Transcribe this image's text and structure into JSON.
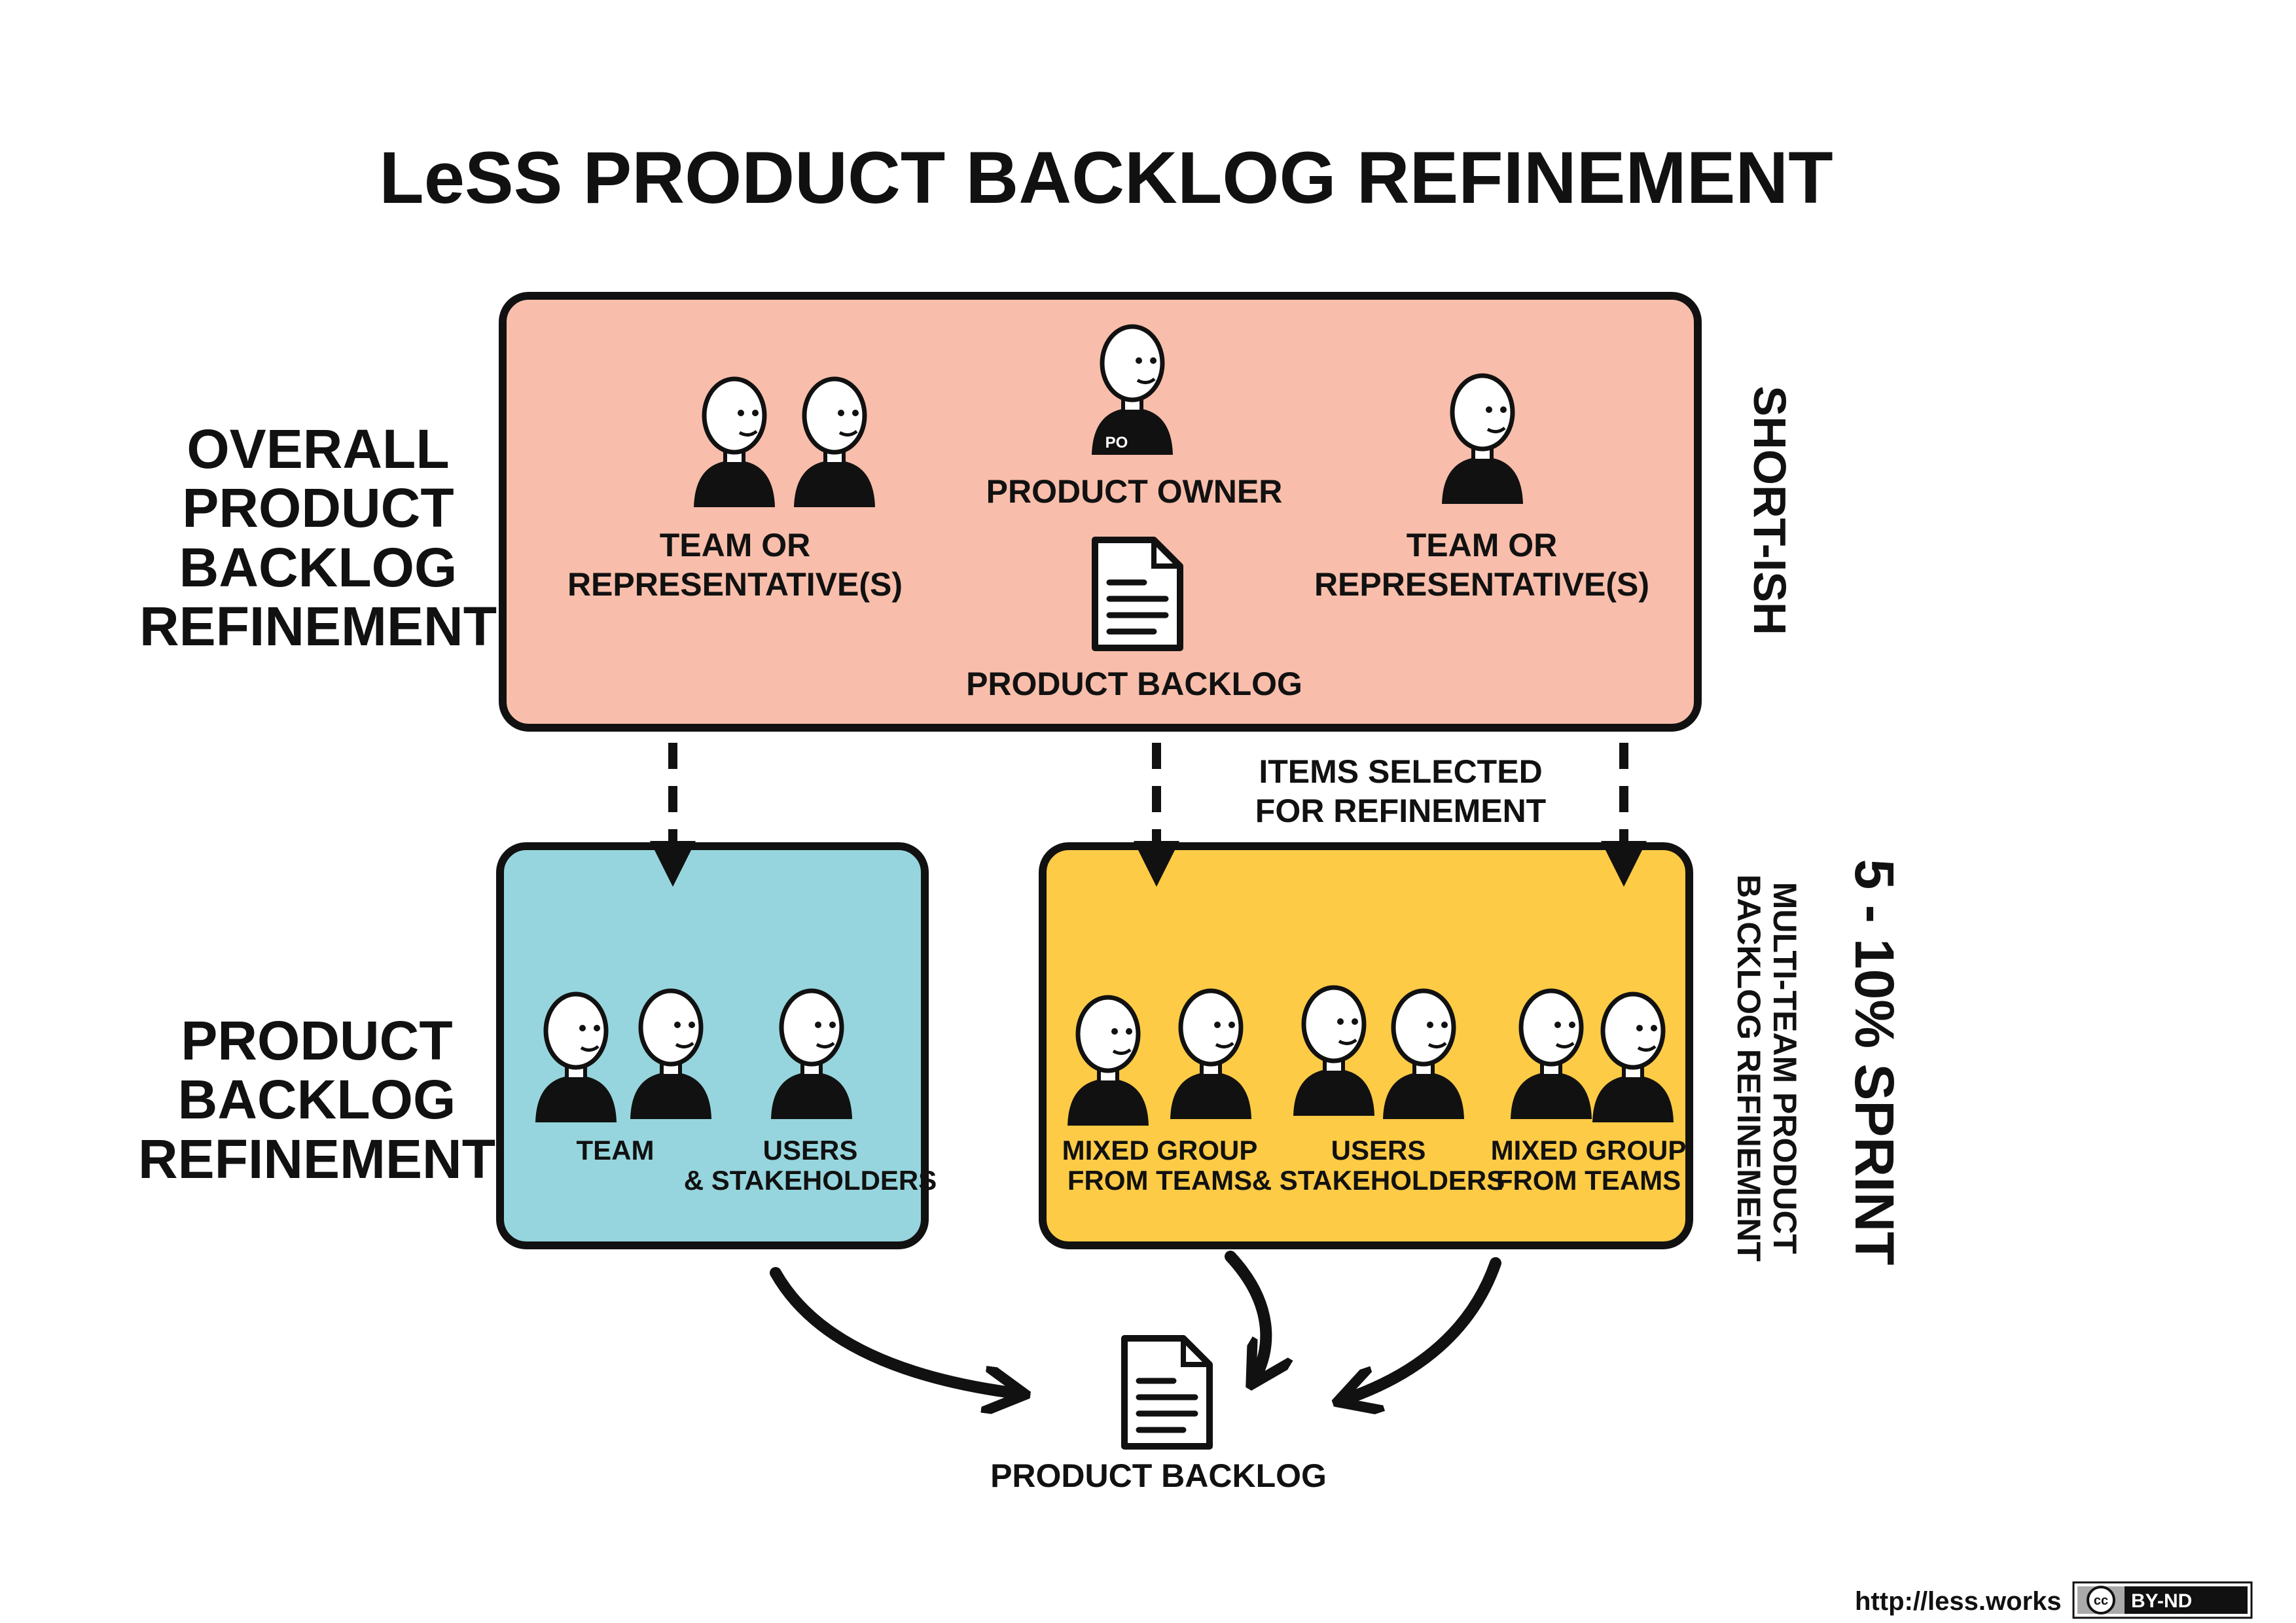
{
  "title": "LeSS PRODUCT BACKLOG REFINEMENT",
  "colors": {
    "overall_box": "#F8BEAB",
    "team_box": "#96D5DD",
    "multi_team_box": "#FDCB45",
    "ink": "#111111"
  },
  "left_labels": {
    "overall": [
      "OVERALL",
      "PRODUCT",
      "BACKLOG",
      "REFINEMENT"
    ],
    "single": [
      "PRODUCT",
      "BACKLOG",
      "REFINEMENT"
    ]
  },
  "right_labels": {
    "overall_duration": "SHORT-ISH",
    "sprint_share": "5 - 10% SPRINT",
    "multi_team": [
      "MULTI-TEAM PRODUCT",
      "BACKLOG REFINEMENT"
    ]
  },
  "overall_box": {
    "left_group": [
      "TEAM OR",
      "REPRESENTATIVE(S)"
    ],
    "product_owner": "PRODUCT OWNER",
    "po_badge": "PO",
    "product_backlog": "PRODUCT BACKLOG",
    "right_group": [
      "TEAM OR",
      "REPRESENTATIVE(S)"
    ]
  },
  "items_selected": [
    "ITEMS SELECTED",
    "FOR REFINEMENT"
  ],
  "team_box": {
    "team": "TEAM",
    "users": [
      "USERS",
      "& STAKEHOLDERS"
    ]
  },
  "multi_team_box": {
    "mixed_left": [
      "MIXED GROUP",
      "FROM TEAMS"
    ],
    "users": [
      "USERS",
      "& STAKEHOLDERS"
    ],
    "mixed_right": [
      "MIXED GROUP",
      "FROM TEAMS"
    ]
  },
  "bottom_backlog": "PRODUCT BACKLOG",
  "footer": {
    "url": "http://less.works",
    "license_cc": "cc",
    "license": "BY-ND"
  }
}
